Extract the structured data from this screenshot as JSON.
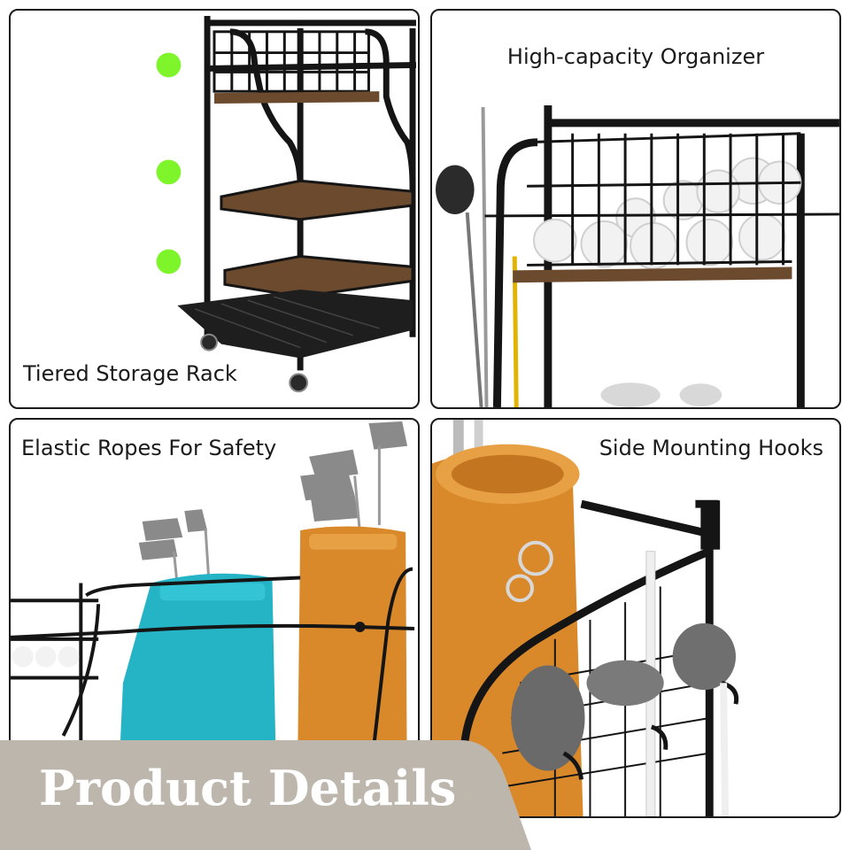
{
  "panels": {
    "tiered": {
      "caption": "Tiered Storage Rack"
    },
    "organizer": {
      "caption": "High-capacity Organizer"
    },
    "ropes": {
      "caption": "Elastic Ropes For Safety"
    },
    "hooks": {
      "caption": "Side Mounting Hooks"
    }
  },
  "banner": {
    "title": "Product Details"
  },
  "colors": {
    "frame": "#151515",
    "wood": "#6b4a2e",
    "accent_dot": "#7df52a",
    "bag_teal": "#25b3c6",
    "bag_orange": "#d9892a",
    "banner_gray": "#bdb6ad"
  }
}
